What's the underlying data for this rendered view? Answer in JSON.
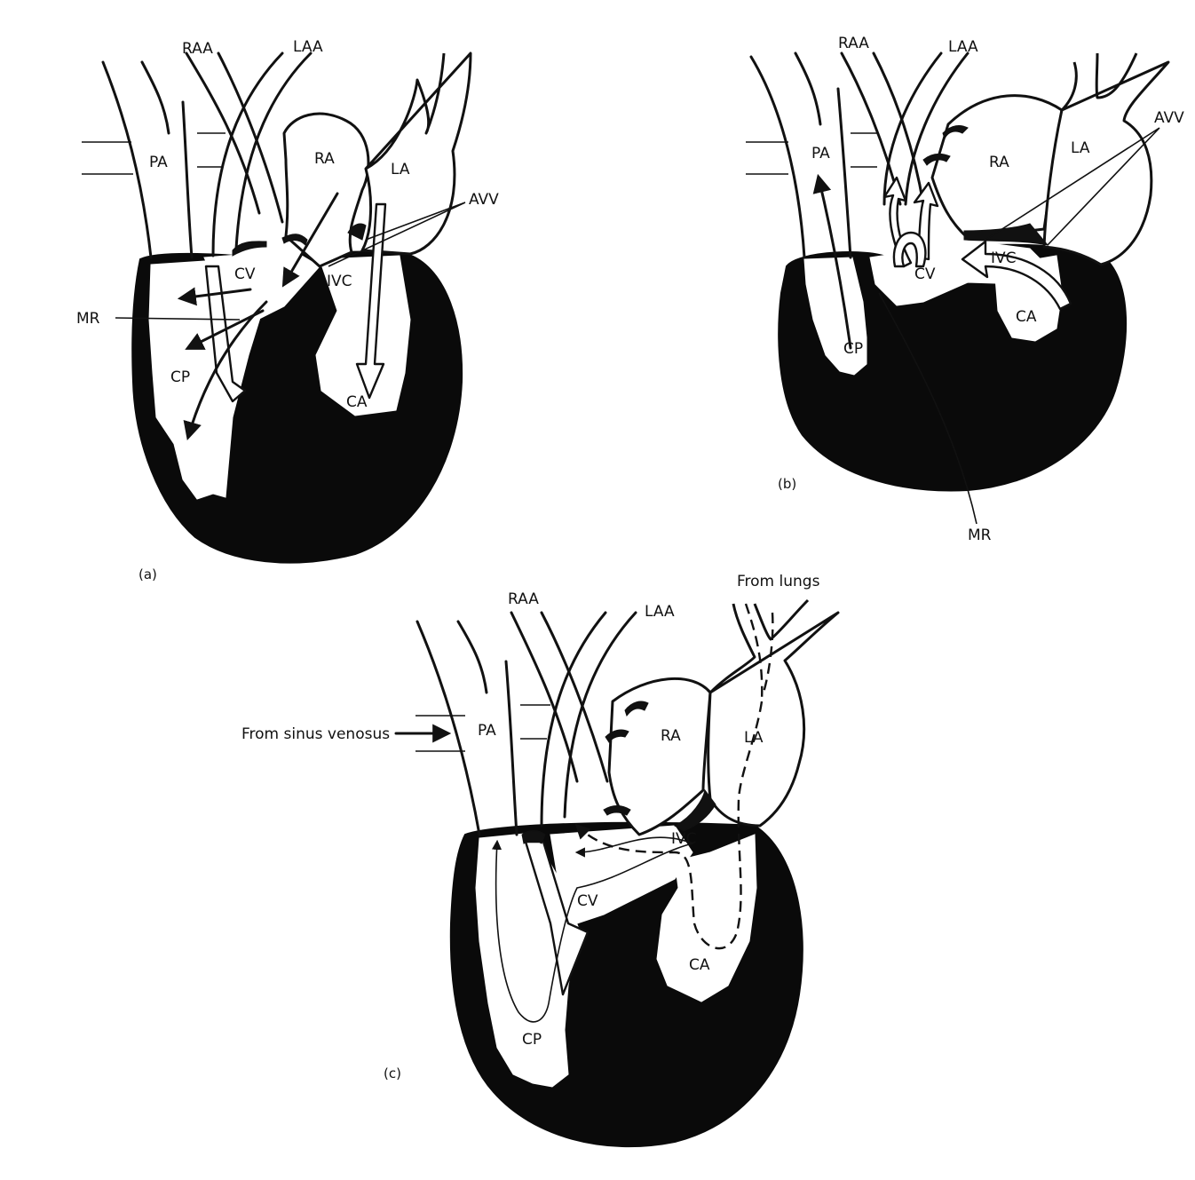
{
  "panels": {
    "a": {
      "caption": "(a)",
      "labels": {
        "raa": "RAA",
        "laa": "LAA",
        "pa": "PA",
        "ra": "RA",
        "la": "LA",
        "avv": "AVV",
        "cv": "CV",
        "ivc": "IVC",
        "mr": "MR",
        "cp": "CP",
        "ca": "CA"
      }
    },
    "b": {
      "caption": "(b)",
      "labels": {
        "raa": "RAA",
        "laa": "LAA",
        "pa": "PA",
        "ra": "RA",
        "la": "LA",
        "avv": "AVV",
        "cv": "CV",
        "ivc": "IVC",
        "mr": "MR",
        "cp": "CP",
        "ca": "CA"
      }
    },
    "c": {
      "caption": "(c)",
      "labels": {
        "raa": "RAA",
        "laa": "LAA",
        "pa": "PA",
        "ra": "RA",
        "la": "LA",
        "cv": "CV",
        "ivc": "IVC",
        "cp": "CP",
        "ca": "CA",
        "from_lungs": "From lungs",
        "from_sinus": "From sinus venosus"
      }
    }
  },
  "colors": {
    "ink": "#111111",
    "paper": "#ffffff"
  }
}
